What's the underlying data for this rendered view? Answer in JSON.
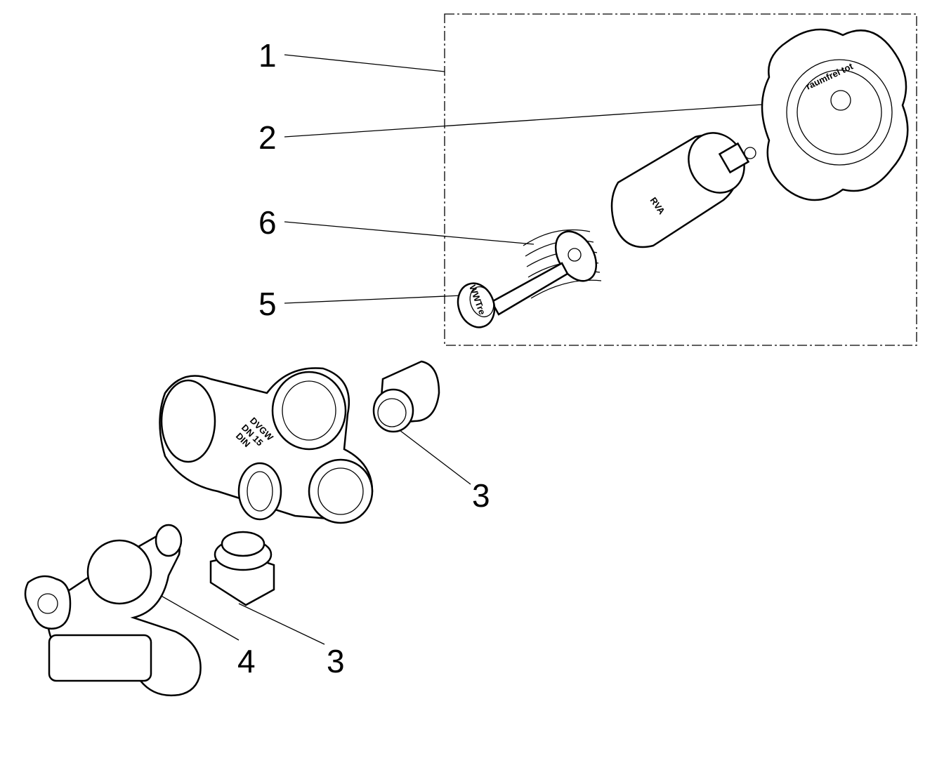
{
  "diagram": {
    "callouts": [
      {
        "id": "1",
        "label": "1"
      },
      {
        "id": "2",
        "label": "2"
      },
      {
        "id": "6",
        "label": "6"
      },
      {
        "id": "5",
        "label": "5"
      },
      {
        "id": "3a",
        "label": "3"
      },
      {
        "id": "3b",
        "label": "3"
      },
      {
        "id": "4",
        "label": "4"
      }
    ],
    "markings": {
      "knob": "raumfrei tot",
      "bonnet": "RVA",
      "washer": "WWTre",
      "body_line1": "DVGW",
      "body_line2": "DN 15",
      "body_line3": "DIN"
    }
  }
}
